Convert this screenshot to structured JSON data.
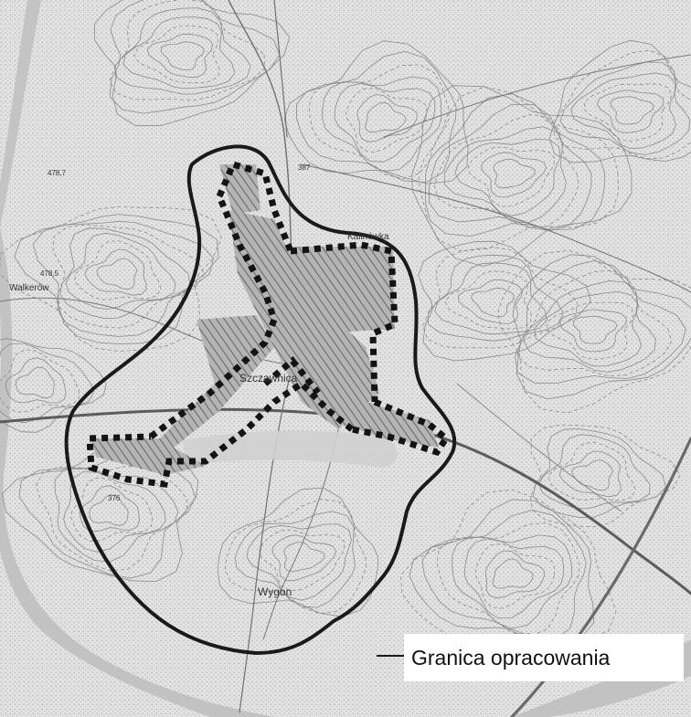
{
  "map": {
    "place_labels": {
      "szczawnica": "Szczawnica",
      "wygon": "Wygon",
      "kalinowka": "Kalinówka",
      "walkerow": "Walkerów"
    },
    "elevation_labels": {
      "e1": "478,7",
      "e2": "478,5",
      "e3": "376",
      "e4": "387"
    }
  },
  "legend": {
    "boundary_label": "Granica opracowania"
  },
  "colors": {
    "background": "#e4e4e4",
    "contour": "#8a8a8a",
    "road": "#5c5c5c",
    "river_band": "#bdbdbd",
    "boundary": "#1a1a1a",
    "dotted_zone": "#141414",
    "hatch": "#6e6e6e"
  }
}
